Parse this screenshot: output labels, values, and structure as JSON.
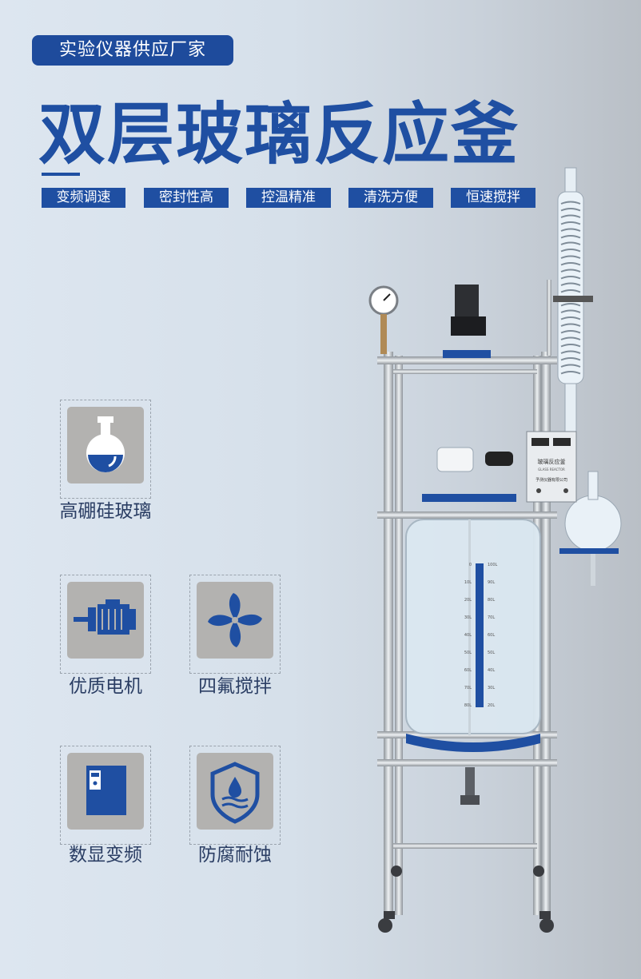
{
  "header": {
    "badge": "实验仪器供应厂家",
    "title": "双层玻璃反应釜",
    "tags": [
      "变频调速",
      "密封性高",
      "控温精准",
      "清洗方便",
      "恒速搅拌"
    ]
  },
  "features": [
    {
      "label": "高硼硅玻璃",
      "icon": "round-flask-icon"
    },
    {
      "label": "优质电机",
      "icon": "motor-icon"
    },
    {
      "label": "四氟搅拌",
      "icon": "fan-blade-icon"
    },
    {
      "label": "数显变频",
      "icon": "digital-controller-icon"
    },
    {
      "label": "防腐耐蚀",
      "icon": "shield-droplet-icon"
    }
  ],
  "product": {
    "scale_left": [
      "0",
      "10L",
      "20L",
      "30L",
      "40L",
      "50L",
      "60L",
      "70L",
      "80L"
    ],
    "scale_right": [
      "100L",
      "90L",
      "80L",
      "70L",
      "60L",
      "50L",
      "40L",
      "30L",
      "20L"
    ],
    "controller_label": "玻璃反应釜",
    "controller_sub": "GLASS REACTOR",
    "controller_maker": "予测仪器有限公司"
  },
  "colors": {
    "brand_blue": "#1f4fa2",
    "card_gray": "#b3b2b0",
    "label_text": "#2b3e64"
  }
}
